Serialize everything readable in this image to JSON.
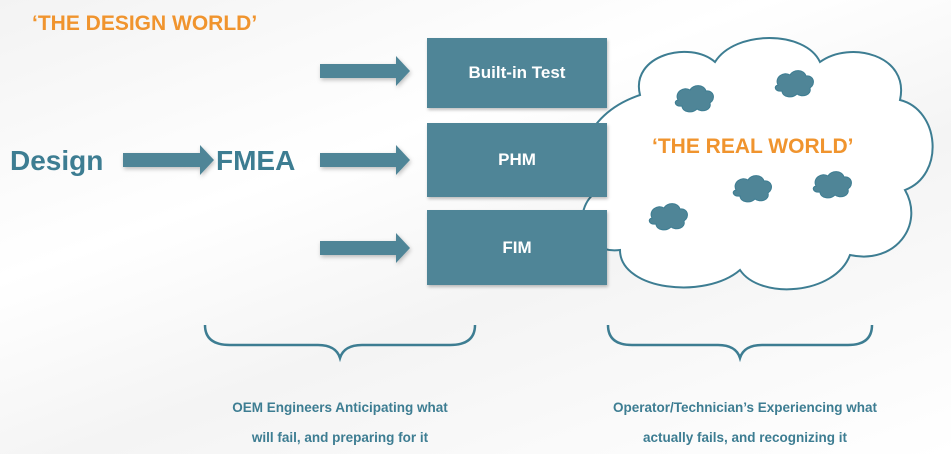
{
  "design_world_title": "‘THE DESIGN WORLD’",
  "real_world_title": "‘THE REAL WORLD’",
  "design_label": "Design",
  "fmea_label": "FMEA",
  "boxes": {
    "built_in_test": "Built-in Test",
    "phm": "PHM",
    "fim": "FIM"
  },
  "captions": {
    "left": [
      "OEM Engineers Anticipating what",
      "will fail, and preparing for it"
    ],
    "right": [
      "Operator/Technician’s Experiencing what",
      "actually fails, and recognizing it"
    ]
  },
  "colors": {
    "orange": "#f0942e",
    "teal": "#4f8597",
    "teal_text": "#3d7d92"
  }
}
